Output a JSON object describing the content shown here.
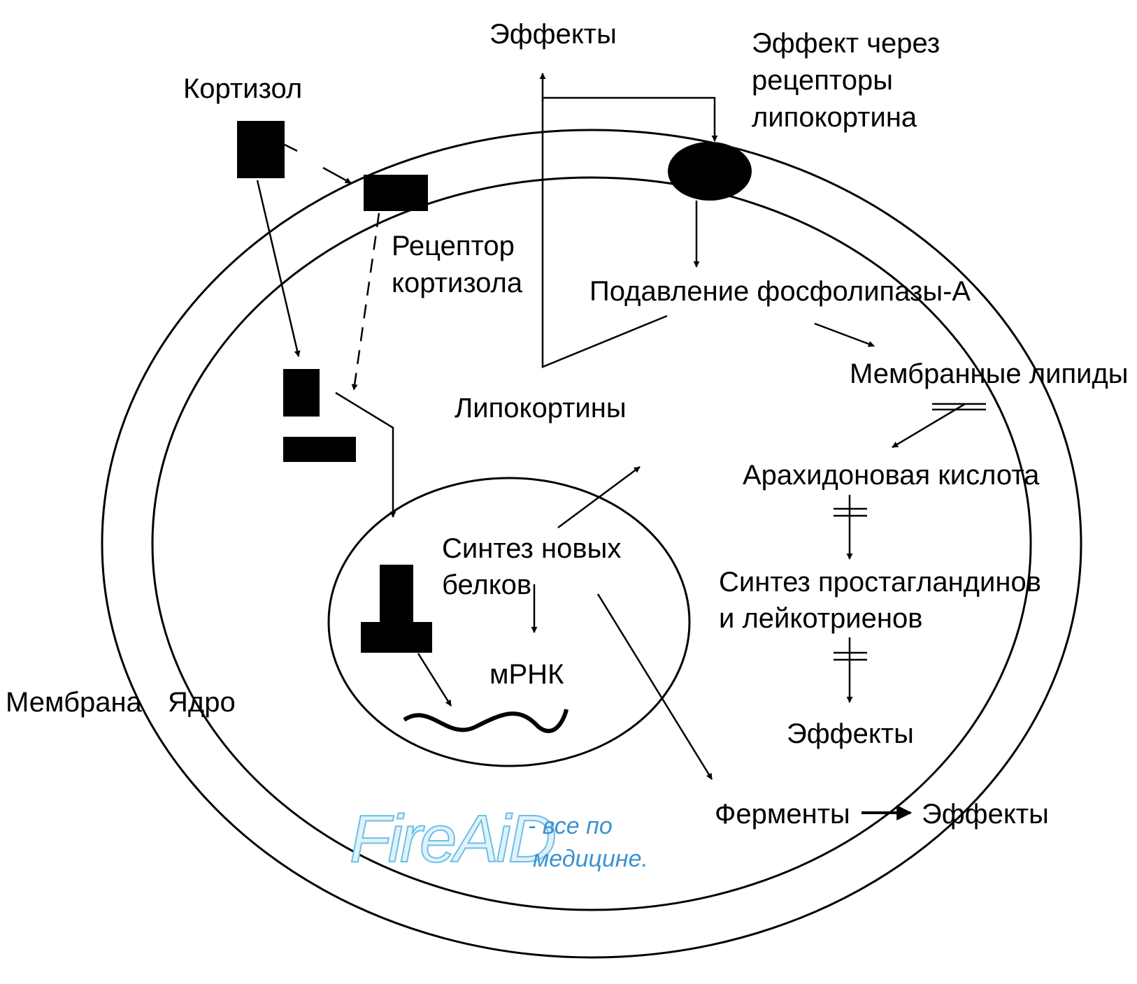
{
  "labels": {
    "effects_top": "Эффекты",
    "effect_via_receptors": [
      "Эффект через",
      "рецепторы",
      "липокортина"
    ],
    "cortisol": "Кортизол",
    "cortisol_receptor": [
      "Рецептор",
      "кортизола"
    ],
    "phospholipase_suppression": "Подавление фосфолипазы-А",
    "membrane_lipids": "Мембранные липиды",
    "lipocortins": "Липокортины",
    "arachidonic_acid": "Арахидоновая кислота",
    "new_protein_synthesis": [
      "Синтез новых",
      "белков"
    ],
    "prostaglandin_synthesis": [
      "Синтез простагландинов",
      "и лейкотриенов"
    ],
    "mrna": "мРНК",
    "membrane": "Мембрана",
    "nucleus": "Ядро",
    "effects_middle": "Эффекты",
    "enzymes": "Ферменты",
    "effects_bottom": "Эффекты"
  },
  "watermark": {
    "brand": "FireAiD",
    "tagline": [
      "- все по",
      "медицине."
    ]
  },
  "colors": {
    "line": "#000000",
    "background": "#ffffff",
    "watermark_fill": "#dff2fb",
    "watermark_stroke": "#6fbfe3",
    "watermark_text": "#3a93d0"
  }
}
